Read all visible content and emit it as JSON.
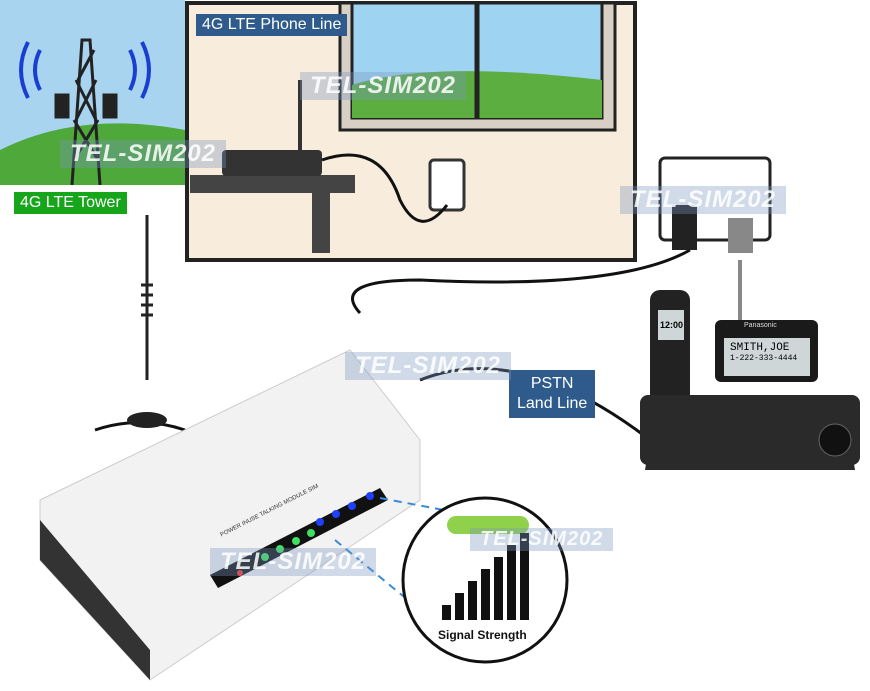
{
  "labels": {
    "phone_line": "4G LTE Phone Line",
    "tower": "4G LTE Tower",
    "pstn_line1": "PSTN",
    "pstn_line2": "Land Line",
    "signal_strength": "Signal Strength"
  },
  "watermark": "TEL-SIM202",
  "device": {
    "led_labels": [
      "POWER",
      "INUSE",
      "TALKING",
      "MODULE",
      "SIM"
    ]
  },
  "phone": {
    "brand": "Panasonic",
    "display_name": "SMITH,JOE",
    "display_number": "1-222-333-4444",
    "handset_time": "12:00"
  },
  "colors": {
    "label_blue": "#2e5b8c",
    "label_green": "#17a51c",
    "room_wall": "#f8ecdc",
    "led_green": "#3fe060",
    "led_blue": "#2040ff",
    "signal_pill": "#8fd14a"
  }
}
